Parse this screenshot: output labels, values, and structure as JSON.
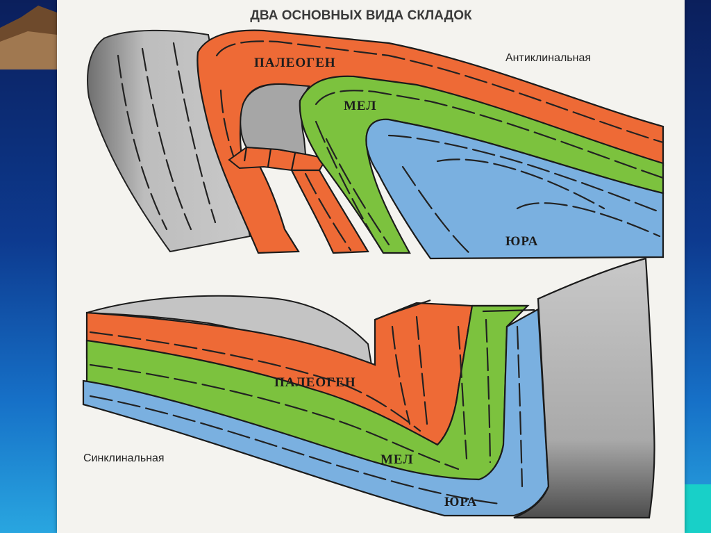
{
  "slide": {
    "title": "ДВА ОСНОВНЫХ ВИДА СКЛАДОК",
    "colors": {
      "paleogene": "#ee6a36",
      "cretaceous": "#7cc23e",
      "jurassic": "#7ab0e0",
      "rock": "#bdbdbd",
      "background": "#0d3a8f"
    }
  },
  "anticline": {
    "type_label": "Антиклинальная",
    "layers": {
      "paleogene": "ПАЛЕОГЕН",
      "cretaceous": "МЕЛ",
      "jurassic": "ЮРА"
    }
  },
  "syncline": {
    "type_label": "Синклинальная",
    "layers": {
      "paleogene": "ПАЛЕОГЕН",
      "cretaceous": "МЕЛ",
      "jurassic": "ЮРА"
    }
  }
}
